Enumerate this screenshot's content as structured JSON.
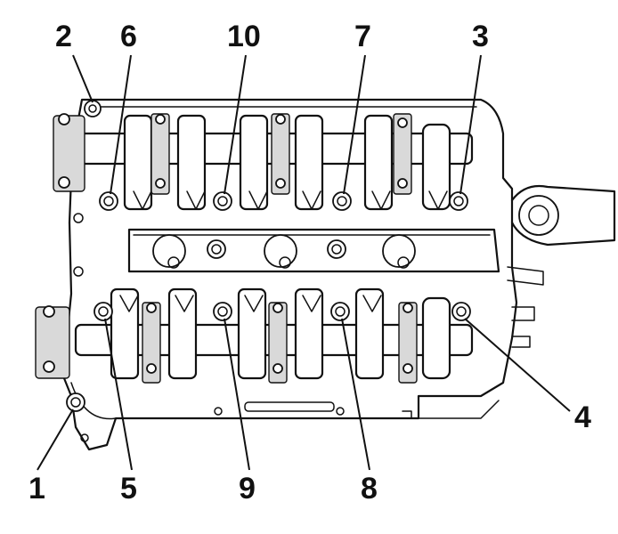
{
  "callouts": {
    "top": [
      {
        "id": "2",
        "label": "2"
      },
      {
        "id": "6",
        "label": "6"
      },
      {
        "id": "10",
        "label": "10"
      },
      {
        "id": "7",
        "label": "7"
      },
      {
        "id": "3",
        "label": "3"
      }
    ],
    "bottom": [
      {
        "id": "1",
        "label": "1"
      },
      {
        "id": "5",
        "label": "5"
      },
      {
        "id": "9",
        "label": "9"
      },
      {
        "id": "8",
        "label": "8"
      }
    ],
    "right": [
      {
        "id": "4",
        "label": "4"
      }
    ]
  }
}
